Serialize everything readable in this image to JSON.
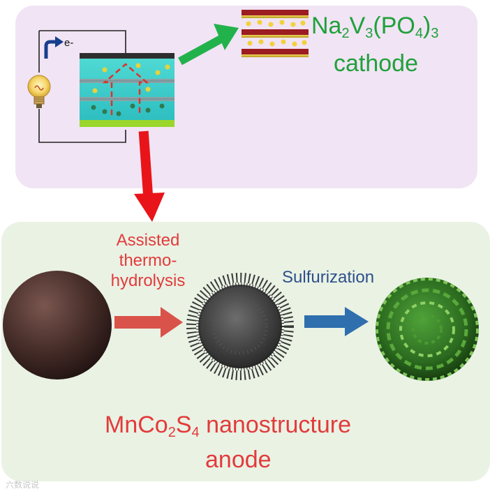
{
  "cathode": {
    "formula_parts": [
      "Na",
      "2",
      "V",
      "3",
      "(PO",
      "4",
      ")",
      "3"
    ],
    "word": "cathode"
  },
  "circuit": {
    "electron_label": "e-"
  },
  "process": {
    "step1": "Assisted thermo-hydrolysis",
    "step2": "Sulfurization"
  },
  "anode": {
    "formula_parts": [
      "MnCo",
      "2",
      "S",
      "4",
      " nanostructure"
    ],
    "word": "anode"
  },
  "watermark": "六数说说",
  "colors": {
    "top_panel": "#f1e4f4",
    "bottom_panel": "#eaf2e4",
    "green_arrow": "#22b24c",
    "red_arrow": "#e8141a",
    "process_red": "#d9534a",
    "process_blue": "#2f6fae",
    "cathode_text": "#1fa13b",
    "anode_text": "#e23b3b",
    "sulf_text": "#2d4f8a"
  }
}
